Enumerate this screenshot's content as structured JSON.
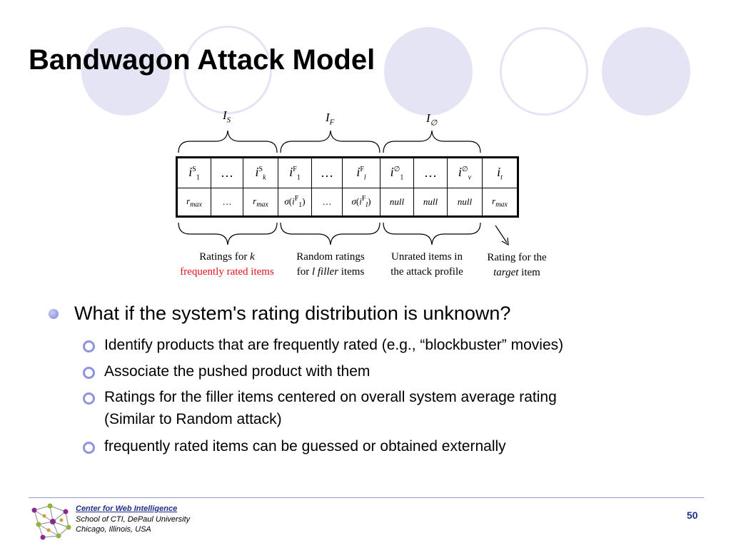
{
  "title": "Bandwagon Attack Model",
  "diagram": {
    "set_labels": {
      "selected": {
        "base": "I",
        "sub": "S"
      },
      "filler": {
        "base": "I",
        "sub": "F"
      },
      "unrated": {
        "base": "I",
        "sub": "∅"
      }
    },
    "row1": {
      "ellipsis": "…",
      "i_sym": "i",
      "sup_s": "S",
      "sup_f": "F",
      "sup_null": "∅",
      "sub_1": "1",
      "sub_k": "k",
      "sub_l": "l",
      "sub_v": "v",
      "sub_t": "t"
    },
    "row2": {
      "r_sym": "r",
      "max": "max",
      "sigma": "σ",
      "ellipsis": "…",
      "null": "null"
    },
    "captions": {
      "selected_line1": "Ratings for ",
      "selected_k": "k",
      "selected_line2": "frequently rated items",
      "filler_line1": "Random ratings",
      "filler_for": "for ",
      "filler_l": "l filler",
      "filler_items": " items",
      "unrated_line1": "Unrated items in",
      "unrated_line2": "the attack profile",
      "target_line1": "Rating for the",
      "target_word": "target",
      "target_item": " item"
    }
  },
  "bullets": {
    "main": "What if the system's rating distribution is unknown?",
    "sub": [
      "Identify products that are frequently rated (e.g., “blockbuster” movies)",
      "Associate the pushed product with them",
      "Ratings for the filler items centered on overall system average rating",
      "(Similar to Random attack)",
      "frequently rated items can be guessed or obtained externally"
    ]
  },
  "footer": {
    "org": "Center for Web Intelligence",
    "line2": "School of CTI, DePaul University",
    "line3": "Chicago, Illinois, USA",
    "page": "50"
  },
  "colors": {
    "circle": "#e4e4f4",
    "accent_red": "#e8101a",
    "footer_blue": "#1f2f8c"
  }
}
